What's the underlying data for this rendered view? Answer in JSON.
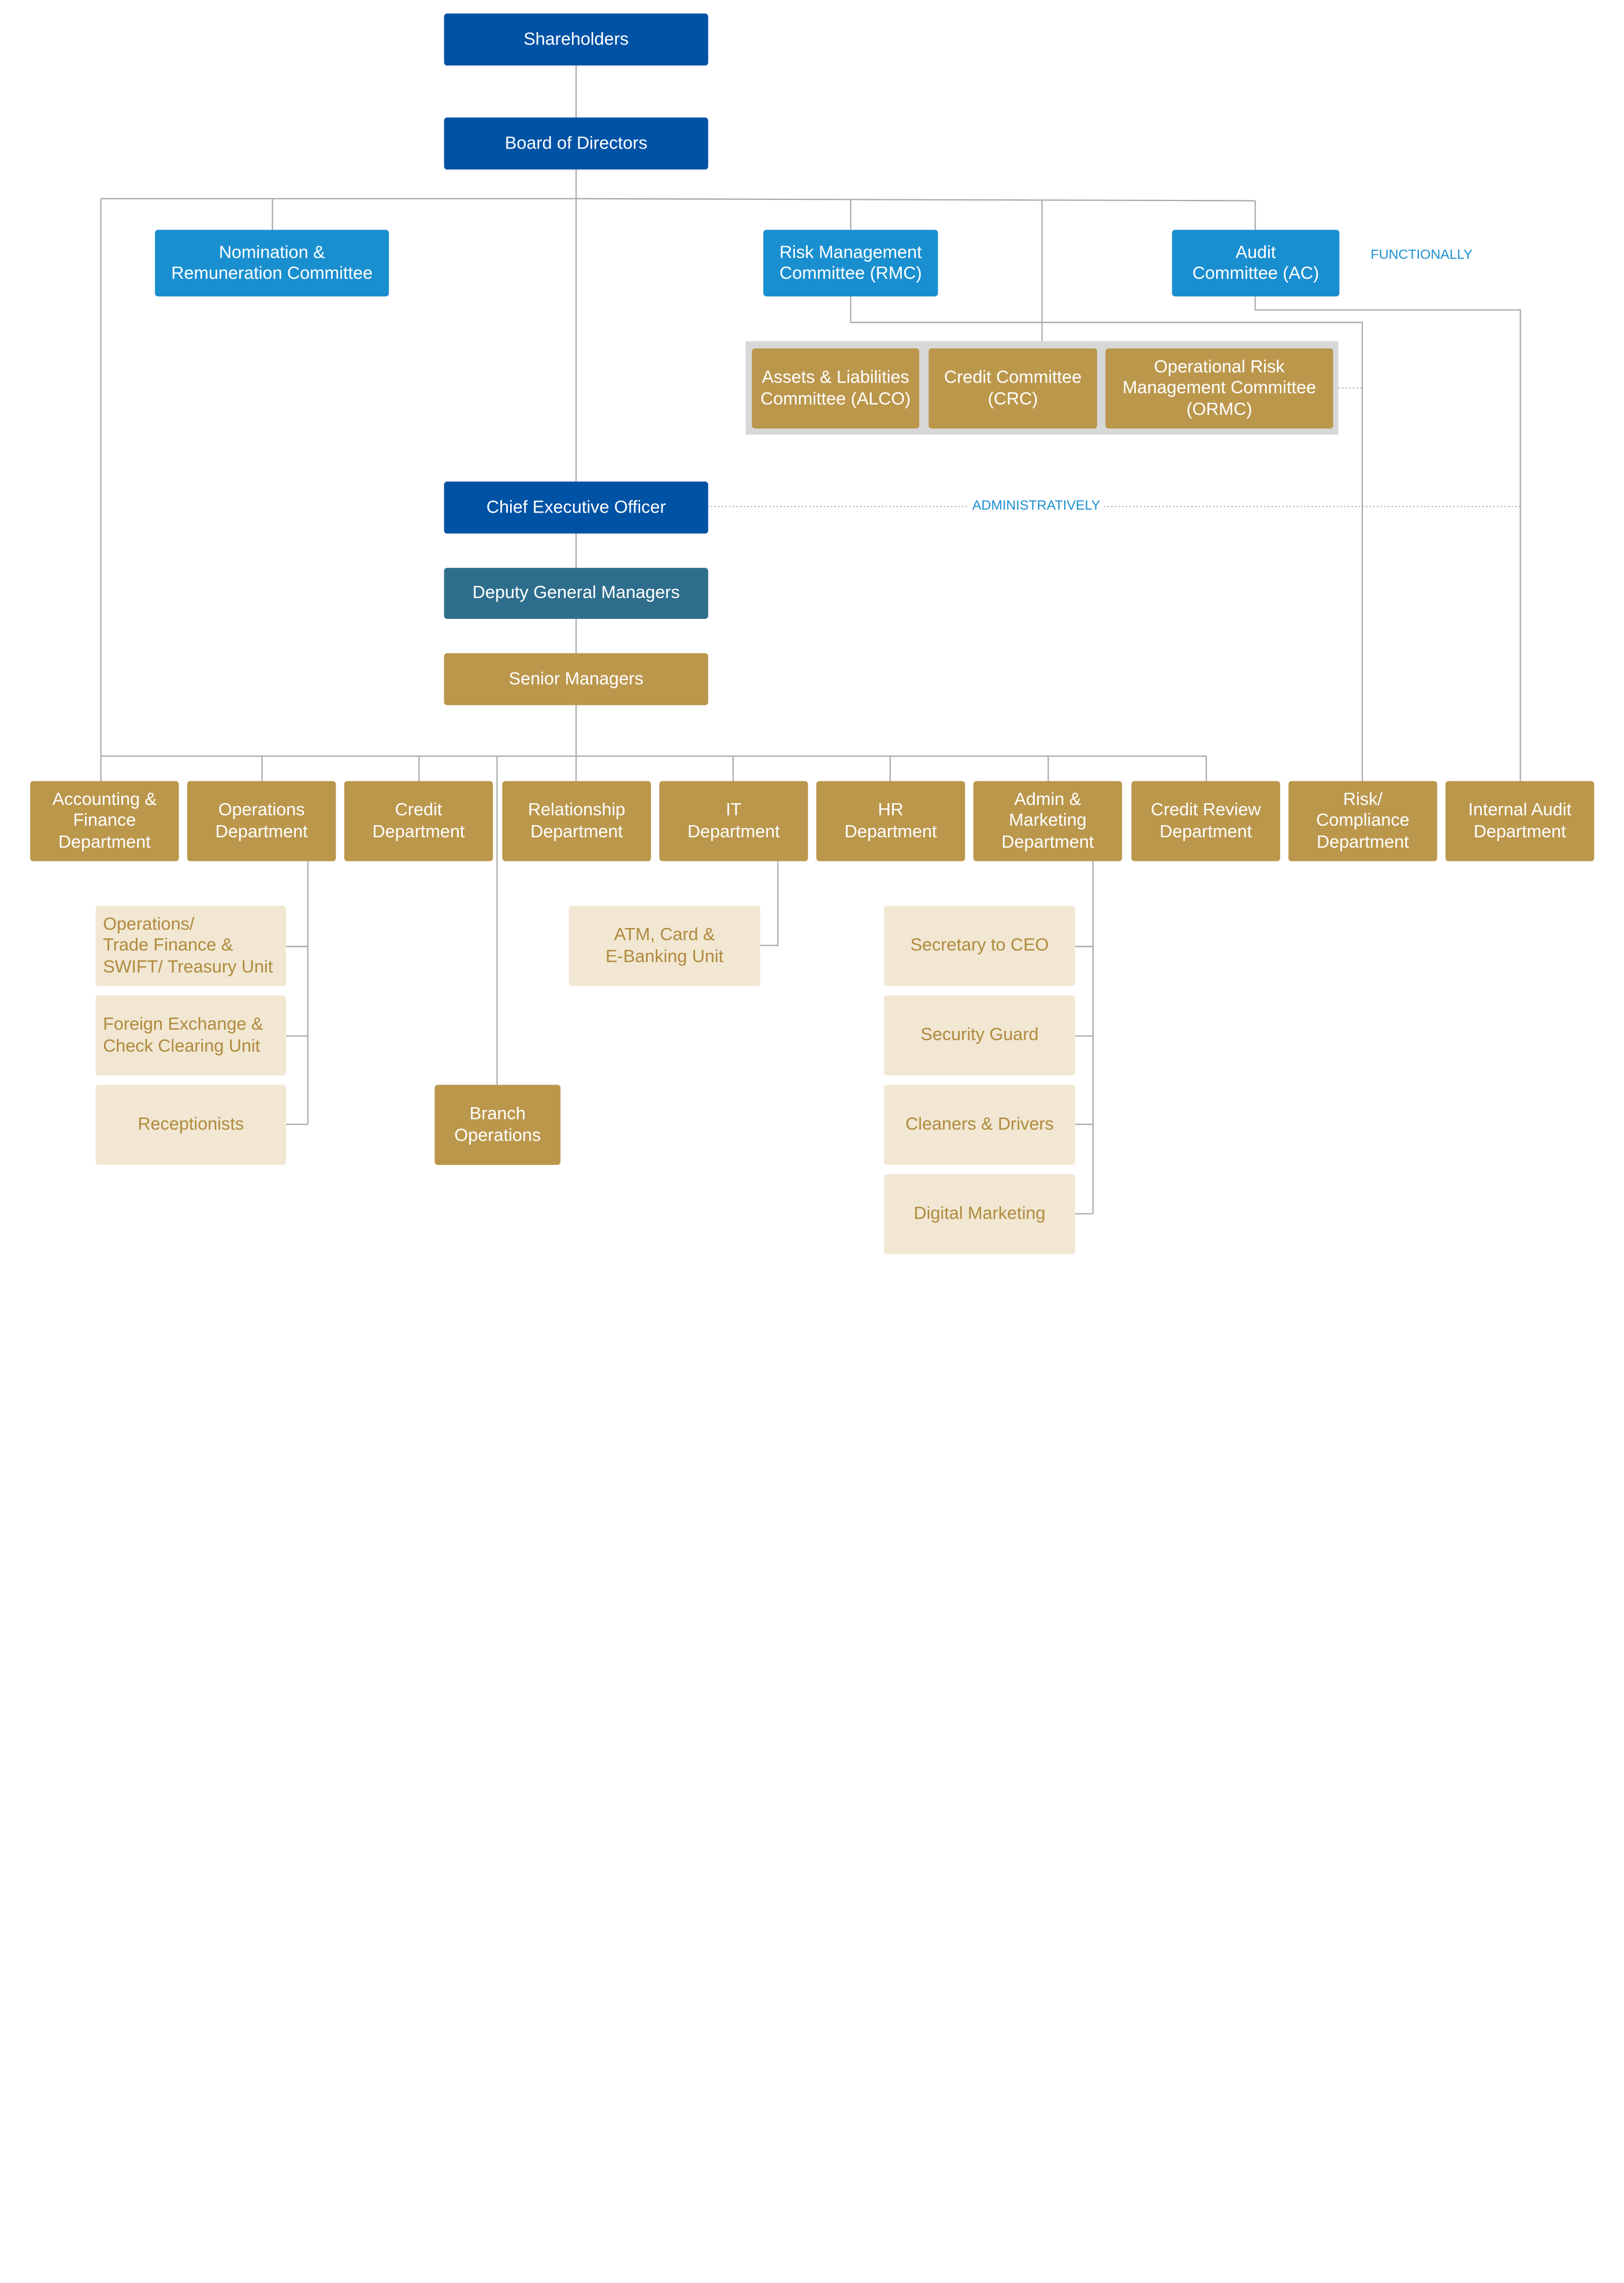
{
  "colors": {
    "navy": "#0052a5",
    "sky_blue": "#1a8fd0",
    "teal": "#2e6e8c",
    "gold": "#bb974c",
    "pale_gold": "#f1e7d2",
    "pale_text": "#b08a3e",
    "connector": "#a8a8a8",
    "committee_panel": "#d8d8d8"
  },
  "governance": {
    "shareholders": "Shareholders",
    "board": "Board of Directors",
    "nomination_committee": "Nomination &\nRemuneration Committee",
    "risk_management_committee": "Risk Management\nCommittee (RMC)",
    "audit_committee": "Audit\nCommittee (AC)",
    "functionally_label": "FUNCTIONALLY"
  },
  "committees": {
    "alco": "Assets & Liabilities\nCommittee (ALCO)",
    "crc": "Credit Committee\n(CRC)",
    "ormc": "Operational Risk\nManagement Committee\n(ORMC)"
  },
  "management": {
    "ceo": "Chief Executive Officer",
    "administratively_label": "ADMINISTRATIVELY",
    "deputy_gms": "Deputy General Managers",
    "senior_managers": "Senior Managers"
  },
  "departments": {
    "accounting": "Accounting &\nFinance\nDepartment",
    "operations": "Operations\nDepartment",
    "credit": "Credit\nDepartment",
    "relationship": "Relationship\nDepartment",
    "it": "IT\nDepartment",
    "hr": "HR\nDepartment",
    "admin": "Admin &\nMarketing\nDepartment",
    "credit_review": "Credit Review\nDepartment",
    "risk_compliance": "Risk/\nCompliance\nDepartment",
    "internal_audit": "Internal Audit\nDepartment"
  },
  "units": {
    "ops_trade": "Operations/\nTrade Finance &\nSWIFT/ Treasury Unit",
    "fx_clearing": "Foreign Exchange &\nCheck Clearing Unit",
    "receptionists": "Receptionists",
    "branch_operations": "Branch\nOperations",
    "atm_card": "ATM, Card &\nE-Banking Unit",
    "secretary": "Secretary to CEO",
    "security": "Security Guard",
    "cleaners": "Cleaners & Drivers",
    "digital_marketing": "Digital Marketing"
  }
}
